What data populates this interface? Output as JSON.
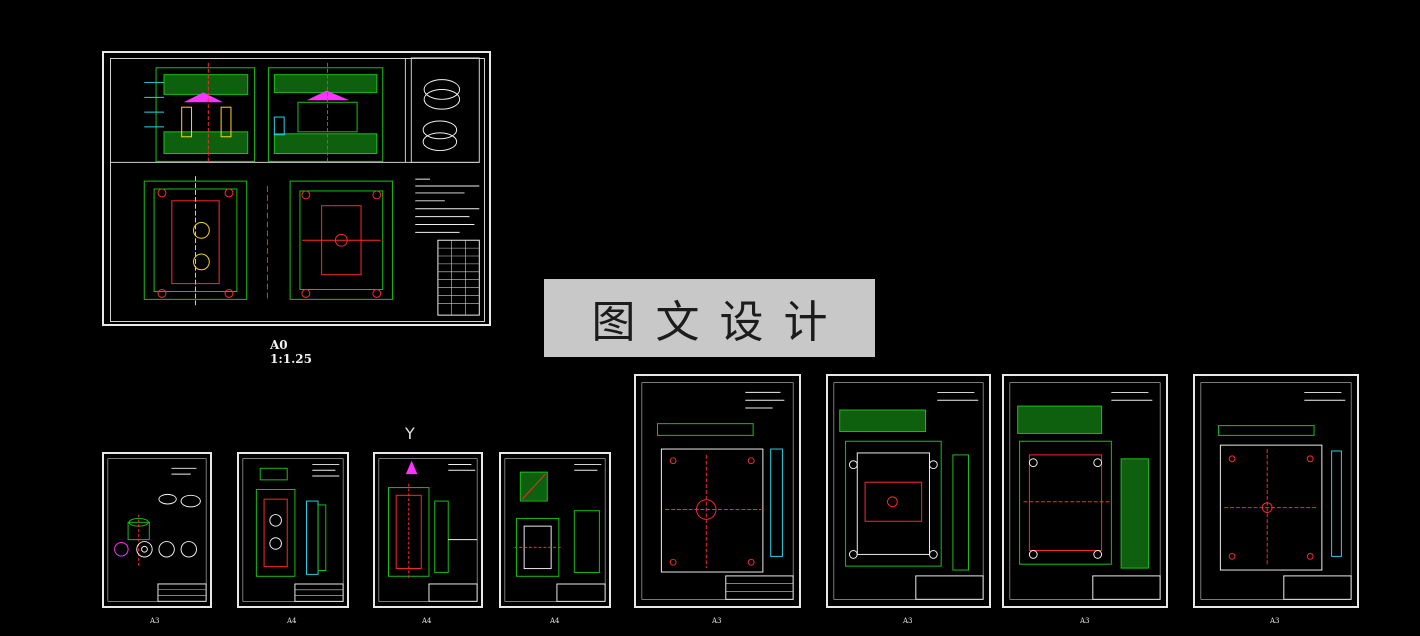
{
  "main_sheet": {
    "size_label": "A0",
    "scale_label": "1:1.25"
  },
  "watermark": "图文设计",
  "view_label": "Y",
  "sheet_captions": [
    "A3",
    "A4",
    "A4",
    "A4",
    "A3",
    "A3",
    "A3",
    "A3"
  ],
  "colors": {
    "background": "#000000",
    "sheet_border": "#e8e8e8",
    "green": "#19c219",
    "red": "#ff2a2a",
    "magenta": "#ff33ff",
    "cyan": "#29d6e6",
    "yellow": "#ffd81a",
    "white": "#f0f0f0",
    "watermark_bg": "#c8c8c8"
  }
}
